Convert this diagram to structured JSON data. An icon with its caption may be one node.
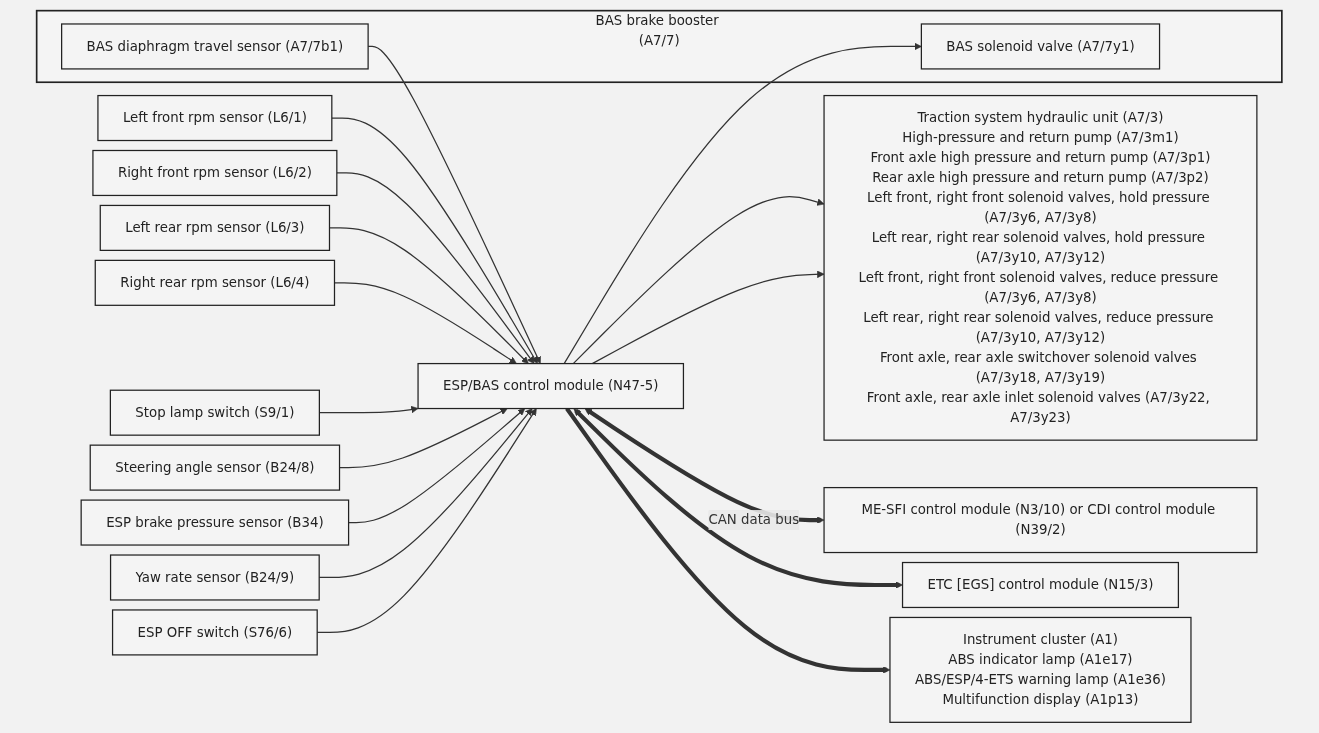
{
  "diagram": {
    "nodes": [
      {
        "text": [
          "ESP/BAS control module (N47-5)"
        ]
      },
      {
        "text": [
          "Left front rpm sensor (L6/1)"
        ]
      },
      {
        "text": [
          "Right front rpm sensor (L6/2)"
        ]
      },
      {
        "text": [
          "Left rear rpm sensor (L6/3)"
        ]
      },
      {
        "text": [
          "Right rear rpm sensor (L6/4)"
        ]
      },
      {
        "text": [
          "Stop lamp switch (S9/1)"
        ]
      },
      {
        "text": [
          "Steering angle sensor (B24/8)"
        ]
      },
      {
        "text": [
          "ESP brake pressure sensor (B34)"
        ]
      },
      {
        "text": [
          "Yaw rate sensor (B24/9)"
        ]
      },
      {
        "text": [
          "ESP OFF switch (S76/6)"
        ]
      },
      {
        "text": [
          "BAS brake booster (A7/7)"
        ]
      },
      {
        "text": [
          "BAS diaphragm travel sensor (A7/7b1)"
        ],
        "in": 10
      },
      {
        "text": [
          "BAS solenoid valve (A7/7y1)"
        ],
        "in": 10
      },
      {
        "text": [
          "Traction system hydraulic unit (A7/3)",
          "High-pressure and return pump (A7/3m1)",
          "Front axle high pressure and return pump (A7/3p1)",
          "Rear axle high pressure and return pump (A7/3p2)",
          "Left front, right front solenoid valves, hold pressure (A7/3y6, A7/3y8)",
          "Left rear, right rear solenoid valves, hold pressure (A7/3y10, A7/3y12)",
          "Left front, right front solenoid valves, reduce pressure (A7/3y6, A7/3y8)",
          "Left rear, right rear solenoid valves, reduce pressure (A7/3y10, A7/3y12)",
          "Front axle, rear axle switchover solenoid valves (A7/3y18, A7/3y19)",
          "Front axle, rear axle inlet solenoid valves (A7/3y22, A7/3y23)"
        ]
      },
      {
        "text": [
          "ME-SFI control module (N3/10) or CDI control module (N39/2)"
        ]
      },
      {
        "text": [
          "ETC [EGS] control module (N15/3)"
        ]
      },
      {
        "text": [
          "Instrument cluster (A1)",
          "ABS indicator lamp (A1e17)",
          "ABS/ESP/4-ETS warning lamp (A1e36)",
          "Multifunction display (A1p13)"
        ]
      }
    ],
    "edges": [
      {
        "from": 1,
        "to": 0,
        "arrow": "to"
      },
      {
        "from": 2,
        "to": 0,
        "arrow": "to"
      },
      {
        "from": 3,
        "to": 0,
        "arrow": "to"
      },
      {
        "from": 4,
        "to": 0,
        "arrow": "to"
      },
      {
        "from": 5,
        "to": 0,
        "arrow": "to"
      },
      {
        "from": 6,
        "to": 0,
        "arrow": "to"
      },
      {
        "from": 7,
        "to": 0,
        "arrow": "to"
      },
      {
        "from": 8,
        "to": 0,
        "arrow": "to"
      },
      {
        "from": 9,
        "to": 0,
        "arrow": "to"
      },
      {
        "from": 11,
        "to": 0,
        "arrow": "to"
      },
      {
        "from": 0,
        "to": 12,
        "arrow": "to"
      },
      {
        "from": 0,
        "to": 13,
        "arrow": "to"
      },
      {
        "from": 0,
        "to": 13,
        "arrow": "to"
      },
      {
        "from": 0,
        "to": 14,
        "label": "CAN data bus",
        "arrow": "both",
        "style": "thick"
      },
      {
        "from": 0,
        "to": 15,
        "arrow": "both",
        "style": "thick"
      },
      {
        "from": 0,
        "to": 16,
        "arrow": "to",
        "style": "thick"
      }
    ]
  }
}
